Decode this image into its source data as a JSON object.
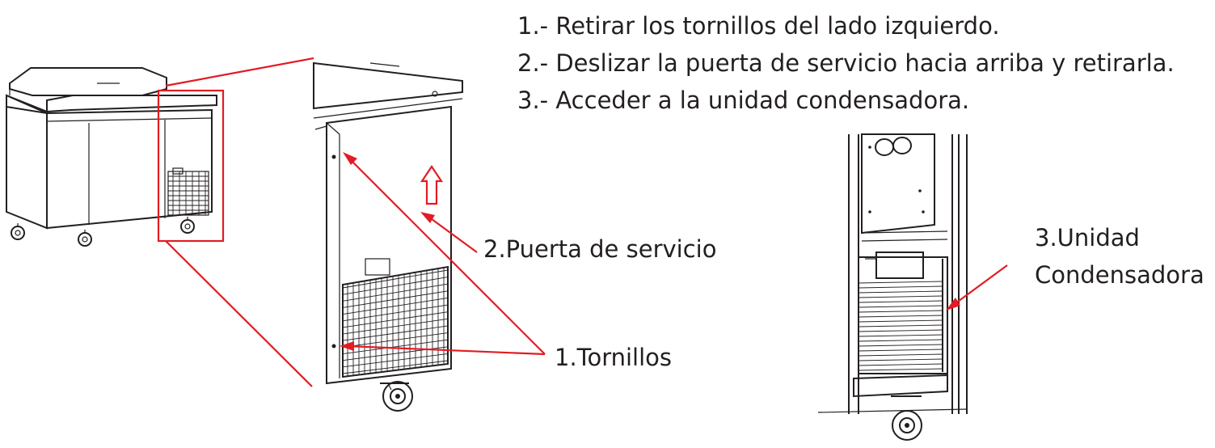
{
  "instructions": [
    "1.- Retirar los tornillos del lado izquierdo.",
    "2.- Deslizar la puerta de servicio hacia arriba y retirarla.",
    "3.- Acceder a la unidad condensadora."
  ],
  "callouts": {
    "door": "2.Puerta de servicio",
    "screws": "1.Tornillos",
    "condenser_line1": "3.Unidad",
    "condenser_line2": "Condensadora"
  },
  "colors": {
    "highlight": "#e11c24",
    "ink": "#231f20"
  }
}
